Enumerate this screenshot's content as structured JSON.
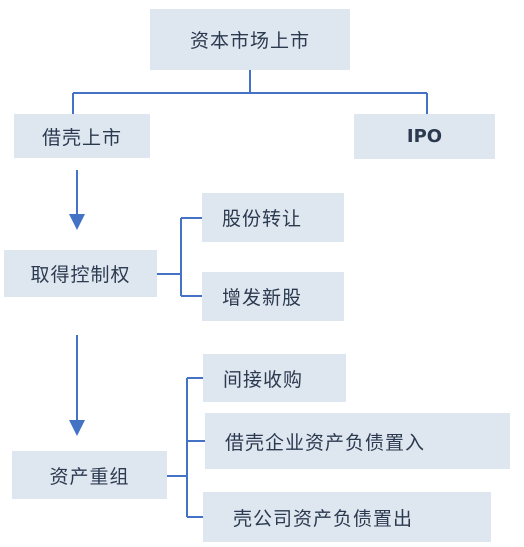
{
  "root": {
    "label": "资本市场上市"
  },
  "branches": {
    "backdoor": {
      "label": "借壳上市"
    },
    "ipo": {
      "label": "IPO"
    }
  },
  "step_control": {
    "label": "取得控制权",
    "children": [
      {
        "label": "股份转让"
      },
      {
        "label": "增发新股"
      }
    ]
  },
  "step_restructure": {
    "label": "资产重组",
    "children": [
      {
        "label": "间接收购"
      },
      {
        "label": "借壳企业资产负债置入"
      },
      {
        "label": "壳公司资产负债置出"
      }
    ]
  },
  "colors": {
    "box_fill": "#dee6f0",
    "line": "#4472c4",
    "text": "#2c3a4f"
  }
}
